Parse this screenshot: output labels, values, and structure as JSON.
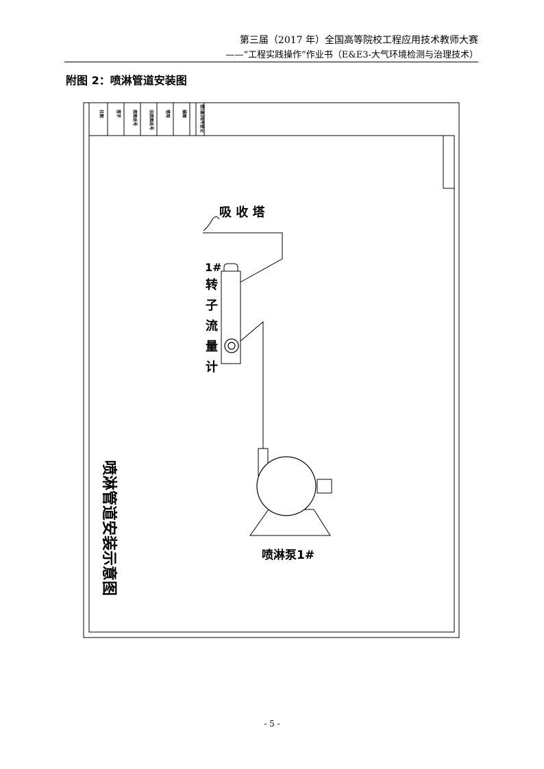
{
  "header": {
    "line1": "第三届（2017 年）全国高等院校工程应用技术教师大赛",
    "line2": "——“工程实践操作”作业书（E&E3-大气环境检测与治理技术）"
  },
  "figure_title": "附图 2：喷淋管道安装图",
  "title_block": {
    "cells": [
      "日期",
      "签字",
      "底图总号",
      "旧底图总号",
      "借用",
      "描图",
      "借(通)用件登记"
    ]
  },
  "diagram": {
    "tower_label": "吸 收 塔",
    "rotameter_label": "1#",
    "rotameter_chars": [
      "转",
      "子",
      "流",
      "量",
      "计"
    ],
    "pump_label": "喷淋泵1#",
    "vertical_title": "喷淋管道安装示意图"
  },
  "footer": {
    "page_number": "- 5 -"
  }
}
